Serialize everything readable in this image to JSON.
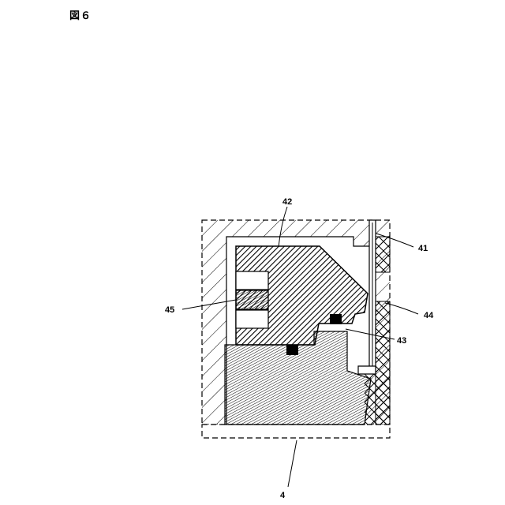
{
  "figure": {
    "title": "図６"
  },
  "labels": {
    "ref_42": "42",
    "ref_41": "41",
    "ref_44": "44",
    "ref_43": "43",
    "ref_45": "45",
    "ref_4": "4"
  }
}
